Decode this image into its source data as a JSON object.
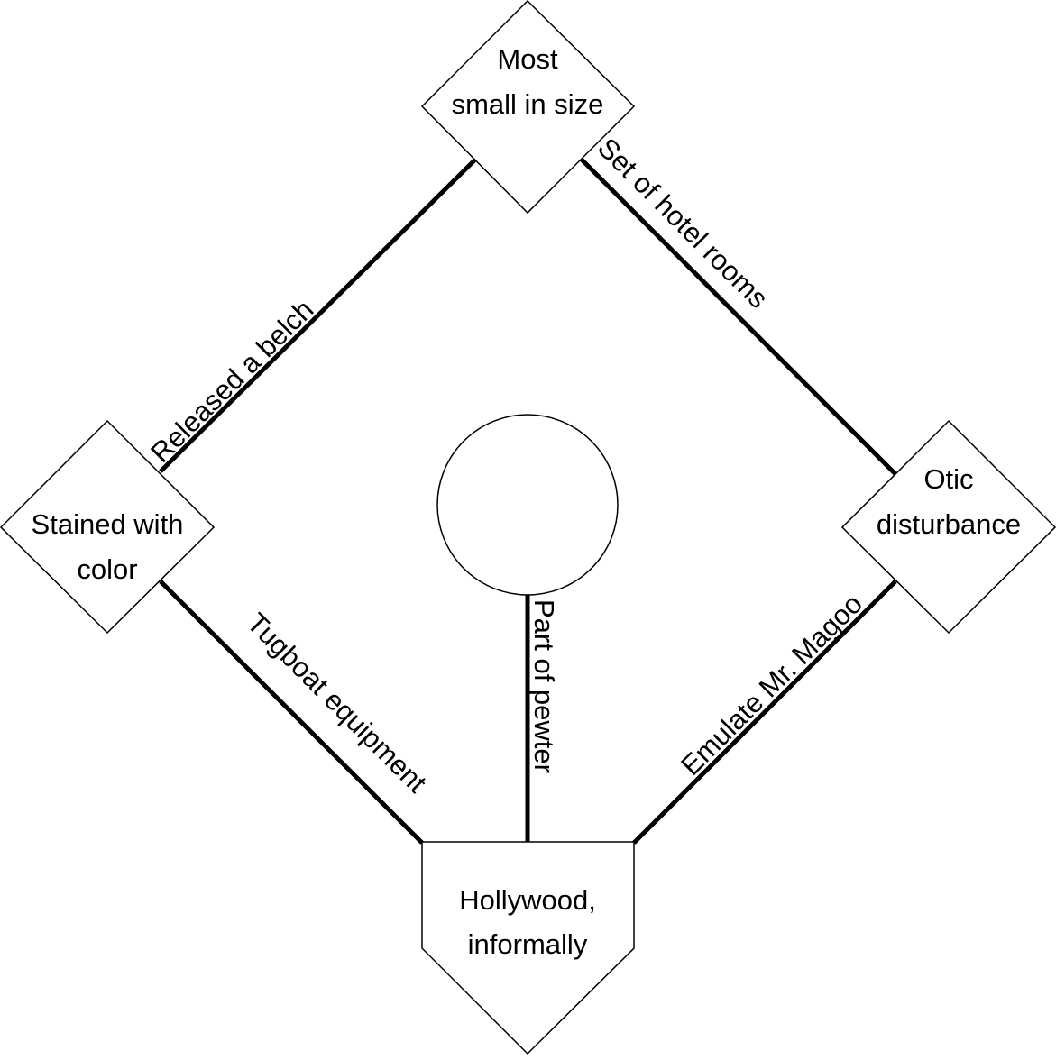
{
  "diagram": {
    "title": "Crossword baseball diamond",
    "nodes": {
      "top_base": {
        "label_lines": [
          "Most",
          "small in size"
        ]
      },
      "left_base": {
        "label_lines": [
          "Stained with",
          "color"
        ]
      },
      "right_base": {
        "label_lines": [
          "Otic",
          "disturbance"
        ]
      },
      "home_plate": {
        "label_lines": [
          "Hollywood,",
          "informally"
        ]
      },
      "pitchers_mound": {
        "label_lines": []
      }
    },
    "edges": {
      "left_to_top": {
        "from": "left_base",
        "to": "top_base",
        "label": "Released a belch"
      },
      "top_to_right": {
        "from": "top_base",
        "to": "right_base",
        "label": "Set of hotel rooms"
      },
      "left_to_home": {
        "from": "left_base",
        "to": "home_plate",
        "label": "Tugboat equipment"
      },
      "mound_to_home": {
        "from": "pitchers_mound",
        "to": "home_plate",
        "label": "Part of pewter"
      },
      "right_to_home": {
        "from": "right_base",
        "to": "home_plate",
        "label": "Emulate Mr. Magoo"
      }
    }
  }
}
